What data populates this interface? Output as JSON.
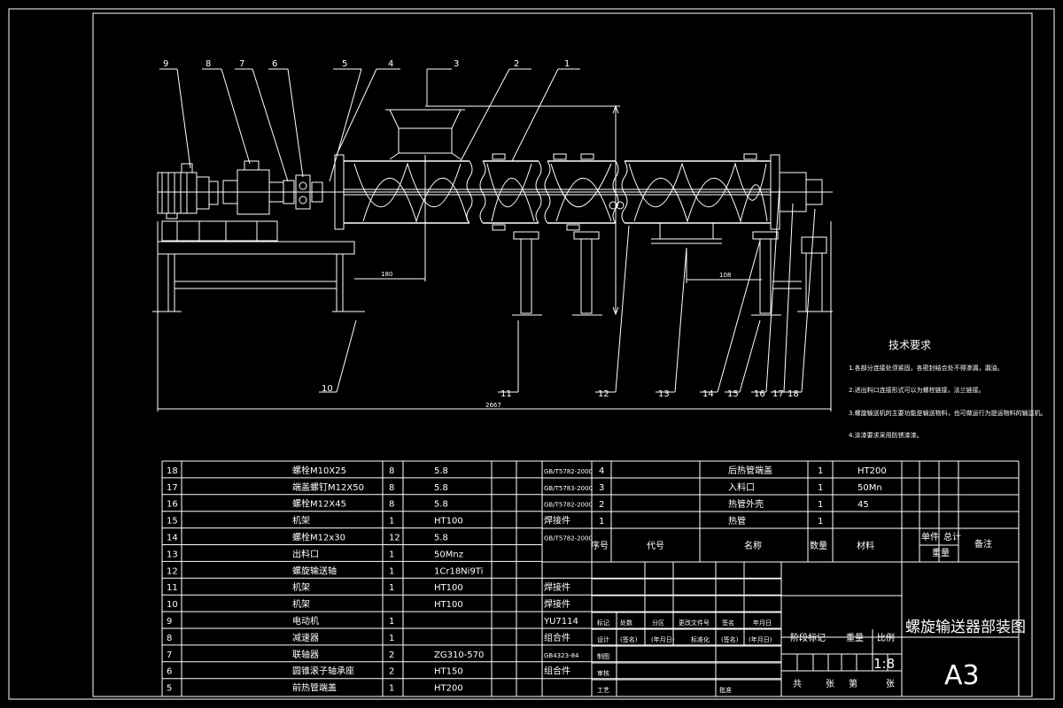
{
  "part_labels": [
    "1",
    "2",
    "3",
    "4",
    "5",
    "6",
    "7",
    "8",
    "9",
    "10",
    "11",
    "12",
    "13",
    "14",
    "15",
    "16",
    "17",
    "18"
  ],
  "dims": {
    "d1": "180",
    "d2": "2667",
    "d3": "108"
  },
  "tech_requirements": {
    "title": "技术要求",
    "items": [
      "1.各部分连接处须紧固，各密封结合处不得渗漏，漏油。",
      "2.进出料口连接形式可以为螺栓链接，法兰链接。",
      "3.螺旋输送机的主要功能是输送物料，也可做运行为提运物料的输送机。",
      "4.涂漆要求采用防锈漆漆。"
    ]
  },
  "bom_left": [
    {
      "no": "18",
      "code": "",
      "name": "螺栓M10X25",
      "qty": "8",
      "material": "5.8"
    },
    {
      "no": "17",
      "code": "",
      "name": "端盖螺钉M12X50",
      "qty": "8",
      "material": "5.8"
    },
    {
      "no": "16",
      "code": "",
      "name": "螺栓M12X45",
      "qty": "8",
      "material": "5.8"
    },
    {
      "no": "15",
      "code": "",
      "name": "机架",
      "qty": "1",
      "material": "HT100"
    },
    {
      "no": "14",
      "code": "",
      "name": "螺栓M12x30",
      "qty": "12",
      "material": "5.8"
    },
    {
      "no": "13",
      "code": "",
      "name": "出料口",
      "qty": "1",
      "material": "50Mnz"
    },
    {
      "no": "12",
      "code": "",
      "name": "螺旋输送轴",
      "qty": "1",
      "material": "1Cr18Ni9Ti"
    },
    {
      "no": "11",
      "code": "",
      "name": "机架",
      "qty": "1",
      "material": "HT100"
    },
    {
      "no": "10",
      "code": "",
      "name": "机架",
      "qty": "",
      "material": "HT100"
    },
    {
      "no": "9",
      "code": "",
      "name": "电动机",
      "qty": "1",
      "material": ""
    },
    {
      "no": "8",
      "code": "",
      "name": "减速器",
      "qty": "1",
      "material": ""
    },
    {
      "no": "7",
      "code": "",
      "name": "联轴器",
      "qty": "2",
      "material": "ZG310-570"
    },
    {
      "no": "6",
      "code": "",
      "name": "圆锥滚子轴承座",
      "qty": "2",
      "material": "HT150"
    },
    {
      "no": "5",
      "code": "",
      "name": "前热管端盖",
      "qty": "1",
      "material": "HT200"
    }
  ],
  "bom_mid_codes": [
    "GB/T5782-2000",
    "GB/T5783-2000",
    "GB/T5782-2000",
    "焊接件",
    "GB/T5782-2000",
    "",
    "",
    "焊接件",
    "焊接件",
    "YU7114",
    "组合件",
    "GB4323-84",
    "组合件"
  ],
  "bom_right": [
    {
      "no": "4",
      "name": "后热管端盖",
      "qty": "1",
      "material": "HT200"
    },
    {
      "no": "3",
      "name": "入料口",
      "qty": "1",
      "material": "50Mn"
    },
    {
      "no": "2",
      "name": "热管外壳",
      "qty": "1",
      "material": "45"
    },
    {
      "no": "1",
      "name": "热管",
      "qty": "1",
      "material": ""
    }
  ],
  "bom_header": {
    "seq": "序号",
    "code": "代号",
    "name": "名称",
    "qty": "数量",
    "material": "材料",
    "unit_weight": "单件",
    "total": "总计",
    "weight": "重量",
    "remark": "备注"
  },
  "title_block": {
    "mark": "标记",
    "count": "处数",
    "zone": "分区",
    "docno": "更改文件号",
    "sign": "签名",
    "date": "年月日",
    "design": "设计",
    "sign_paren": "(签名)",
    "date_paren": "(年月日)",
    "standard": "标准化",
    "drafting": "制图",
    "review": "审核",
    "process": "工艺",
    "approve": "批准",
    "stage": "阶段标记",
    "weight": "重量",
    "scale": "比例",
    "scale_value": "1:8",
    "total_sheets": "共",
    "sheets": "张",
    "sheet_no": "第",
    "sheet": "张",
    "drawing_title": "螺旋输送器部装图",
    "size": "A3"
  }
}
